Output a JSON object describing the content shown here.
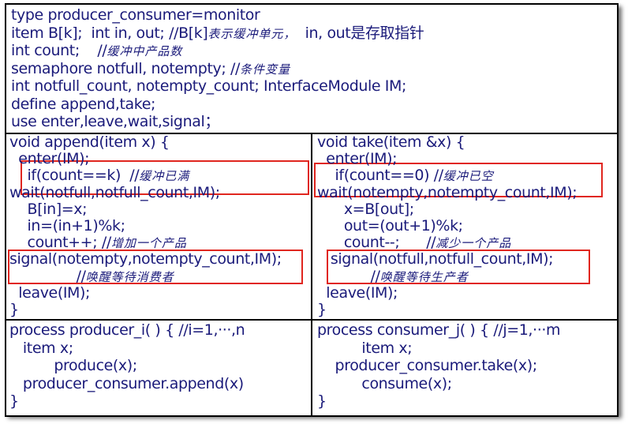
{
  "header_lines": [
    {
      "code": "type producer_consumer=monitor",
      "comment": ""
    },
    {
      "code": "item B[k];  int in, out; //B[k]",
      "comment": "表示缓冲单元，",
      "tail": "  in, out是存取指针"
    },
    {
      "code": "int count;    //",
      "comment": "缓冲中产品数"
    },
    {
      "code": "semaphore notfull, notempty; //",
      "comment": "条件变量"
    },
    {
      "code": "int notfull_count, notempty_count; InterfaceModule IM;",
      "comment": ""
    },
    {
      "code": "define append,take;",
      "comment": ""
    },
    {
      "code": "use enter,leave,wait,signal；",
      "comment": ""
    }
  ],
  "append_lines": [
    {
      "code": "void append(item x) {",
      "comment": ""
    },
    {
      "code": "  enter(IM);",
      "comment": ""
    },
    {
      "code": "    if(count==k)  //",
      "comment": "缓冲已满"
    },
    {
      "code": "wait(notfull,notfull_count,IM);",
      "comment": ""
    },
    {
      "code": "    B[in]=x;",
      "comment": ""
    },
    {
      "code": "    in=(in+1)%k;",
      "comment": ""
    },
    {
      "code": "    count++; //",
      "comment": "增加一个产品"
    },
    {
      "code": "signal(notempty,notempty_count,IM);",
      "comment": ""
    },
    {
      "code": "               //",
      "comment": "唤醒等待消费者"
    },
    {
      "code": "  leave(IM);",
      "comment": ""
    },
    {
      "code": "}",
      "comment": ""
    }
  ],
  "take_lines": [
    {
      "code": "void take(item &x) {",
      "comment": ""
    },
    {
      "code": "  enter(IM);",
      "comment": ""
    },
    {
      "code": "    if(count==0) //",
      "comment": "缓冲已空"
    },
    {
      "code": "wait(notempty,notempty_count,IM);",
      "comment": ""
    },
    {
      "code": "      x=B[out];",
      "comment": ""
    },
    {
      "code": "      out=(out+1)%k;",
      "comment": ""
    },
    {
      "code": "      count--;      //",
      "comment": "减少一个产品"
    },
    {
      "code": "   signal(notfull,notfull_count,IM);",
      "comment": ""
    },
    {
      "code": "            //",
      "comment": "唤醒等待生产者"
    },
    {
      "code": "  leave(IM);",
      "comment": ""
    },
    {
      "code": "}",
      "comment": ""
    }
  ],
  "producer_lines": [
    {
      "code": "process producer_i( ) { //i=1,···,n",
      "comment": ""
    },
    {
      "code": "   item x;",
      "comment": ""
    },
    {
      "code": "          produce(x);",
      "comment": ""
    },
    {
      "code": "   producer_consumer.append(x)",
      "comment": ""
    },
    {
      "code": "}",
      "comment": ""
    }
  ],
  "consumer_lines": [
    {
      "code": "process consumer_j( ) { //j=1,···m",
      "comment": ""
    },
    {
      "code": "          item x;",
      "comment": ""
    },
    {
      "code": "    producer_consumer.take(x);",
      "comment": ""
    },
    {
      "code": "          consume(x);",
      "comment": ""
    },
    {
      "code": "}",
      "comment": ""
    }
  ],
  "colors": {
    "code_text": "#1a1a7a",
    "highlight_border": "#e0261f",
    "table_border": "#000000"
  }
}
